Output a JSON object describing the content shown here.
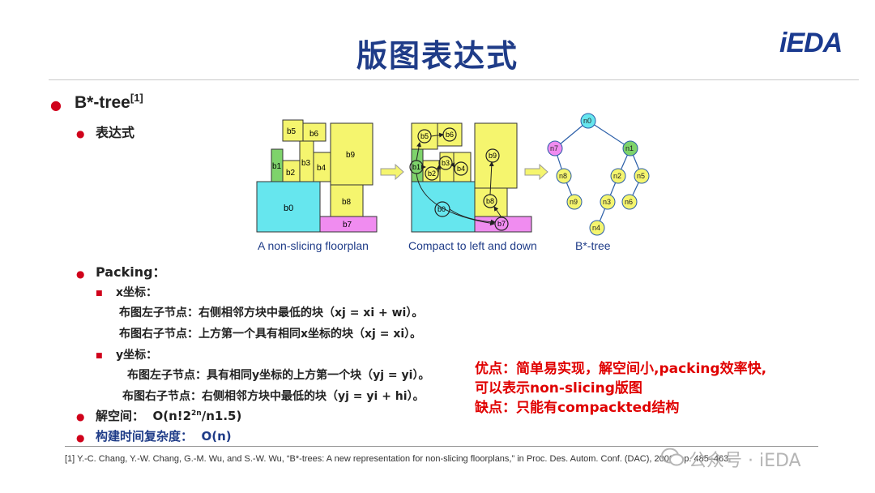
{
  "title": "版图表达式",
  "logo": "iEDA",
  "section1": {
    "heading": "B*-tree",
    "ref_mark": "[1]",
    "sub": "表达式"
  },
  "figure": {
    "caption1": "A non-slicing floorplan",
    "caption2": "Compact to left and down",
    "caption3": "B*-tree",
    "blocks": {
      "b0": "b0",
      "b1": "b1",
      "b2": "b2",
      "b3": "b3",
      "b4": "b4",
      "b5": "b5",
      "b6": "b6",
      "b7": "b7",
      "b8": "b8",
      "b9": "b9"
    },
    "nodes": {
      "n0": "n0",
      "n1": "n1",
      "n2": "n2",
      "n3": "n3",
      "n4": "n4",
      "n5": "n5",
      "n6": "n6",
      "n7": "n7",
      "n8": "n8",
      "n9": "n9"
    }
  },
  "packing": {
    "heading": "Packing：",
    "x_label": "x坐标：",
    "x_left": "布图左子节点：右侧相邻方块中最低的块（xj = xi + wi）。",
    "x_right": "布图右子节点：上方第一个具有相同x坐标的块（xj = xi）。",
    "y_label": "y坐标：",
    "y_left": "布图左子节点：具有相同y坐标的上方第一个块（yj = yi）。",
    "y_right": "布图右子节点：右侧相邻方块中最低的块（yj = yi + hi）。"
  },
  "solution_space": {
    "label": "解空间：",
    "value": "O(n!2",
    "sup": "2n",
    "tail": "/n1.5)"
  },
  "complexity": {
    "label": "构建时间复杂度：",
    "value": "O(n)"
  },
  "notes": {
    "line1": "优点：简单易实现，解空间小,packing效率快,",
    "line2": "可以表示non-slicing版图",
    "line3": "缺点：只能有compackted结构"
  },
  "reference": "[1] Y.-C. Chang, Y.-W. Chang, G.-M. Wu, and S.-W. Wu, “B*-trees: A new representation for non-slicing floorplans,” in Proc. Des. Autom. Conf. (DAC), 2000, pp. 485–463.",
  "watermark": "公众号 · iEDA",
  "colors": {
    "title": "#1f3c88",
    "bullet": "#d0021b",
    "note": "#e00000",
    "cyan": "#66e6ee",
    "yellow": "#f5f56e",
    "magenta": "#f08cf0",
    "green": "#7ed36b"
  }
}
